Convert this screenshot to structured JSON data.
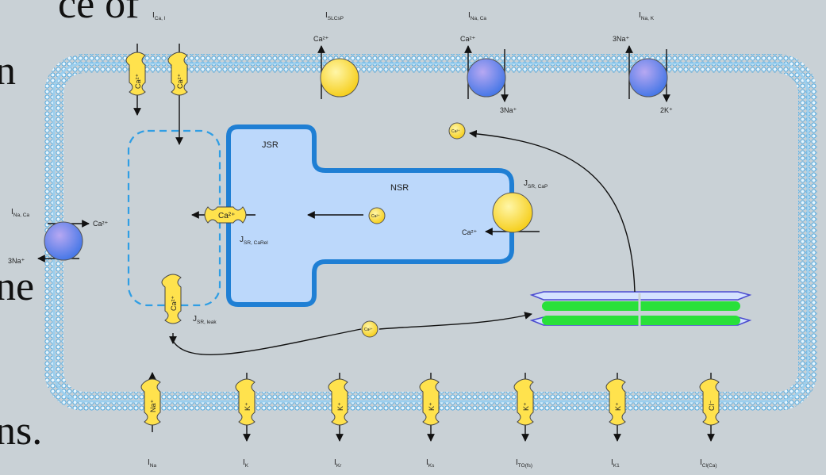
{
  "background_text": [
    "ce of",
    "n",
    "ne",
    "ns."
  ],
  "compartments": {
    "jsr": "JSR",
    "nsr": "NSR"
  },
  "currents": {
    "ica_l": {
      "main": "I",
      "sub": "Ca, l"
    },
    "islcsp": {
      "main": "I",
      "sub": "SLCsP"
    },
    "inaca_top": {
      "main": "I",
      "sub": "Na, Ca"
    },
    "inak": {
      "main": "I",
      "sub": "Na, K"
    },
    "inaca_left": {
      "main": "I",
      "sub": "Na, Ca"
    },
    "ina": {
      "main": "I",
      "sub": "Na"
    },
    "ik": {
      "main": "I",
      "sub": "K"
    },
    "ikr": {
      "main": "I",
      "sub": "Kr"
    },
    "iks": {
      "main": "I",
      "sub": "Ks"
    },
    "ito": {
      "main": "I",
      "sub": "TO(fs)"
    },
    "ik1": {
      "main": "I",
      "sub": "K1"
    },
    "icl": {
      "main": "I",
      "sub": "Cl(Ca)"
    }
  },
  "fluxes": {
    "jsr_cap": {
      "main": "J",
      "sub": "SR, CaP"
    },
    "jsr_carel": {
      "main": "J",
      "sub": "SR, CaRel"
    },
    "jsr_leak": {
      "main": "J",
      "sub": "SR, leak"
    }
  },
  "ions": {
    "ca": "Ca²⁺",
    "three_na": "3Na⁺",
    "two_k": "2K⁺",
    "na": "Na⁺",
    "k": "K⁺",
    "cl": "Cl⁻"
  },
  "colors": {
    "membrane": "#45a8e0",
    "membrane_fill": "#bfe0f5",
    "sr_fill": "#bcd8fb",
    "sr_stroke": "#1f7fd4",
    "channel": "#ffe24d",
    "pump": "#ffe24d",
    "exchanger": "#4f7ee8",
    "myofilament": "#29e03a"
  }
}
